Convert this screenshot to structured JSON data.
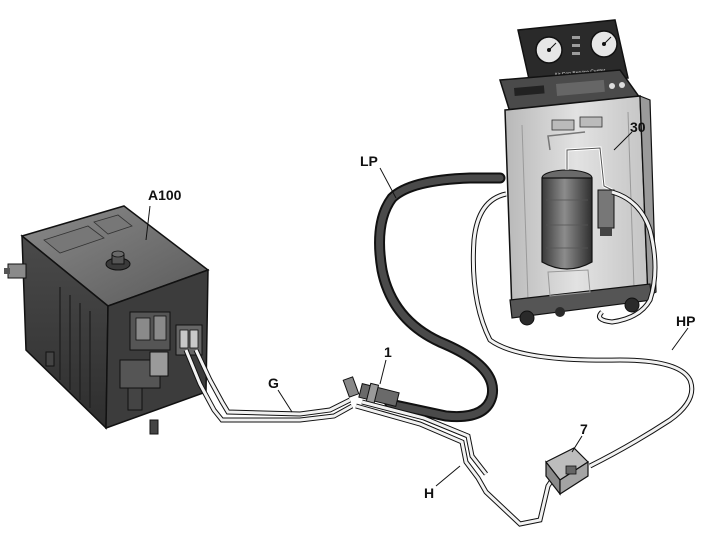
{
  "diagram": {
    "components": [
      {
        "id": "A100",
        "label": "A100"
      },
      {
        "id": "30",
        "label": "30"
      },
      {
        "id": "1",
        "label": "1"
      },
      {
        "id": "7",
        "label": "7"
      }
    ],
    "lines": [
      {
        "id": "G",
        "label": "G"
      },
      {
        "id": "H",
        "label": "H"
      },
      {
        "id": "LP",
        "label": "LP"
      },
      {
        "id": "HP",
        "label": "HP"
      }
    ],
    "station_panel_text": "Air Con Service Center"
  }
}
